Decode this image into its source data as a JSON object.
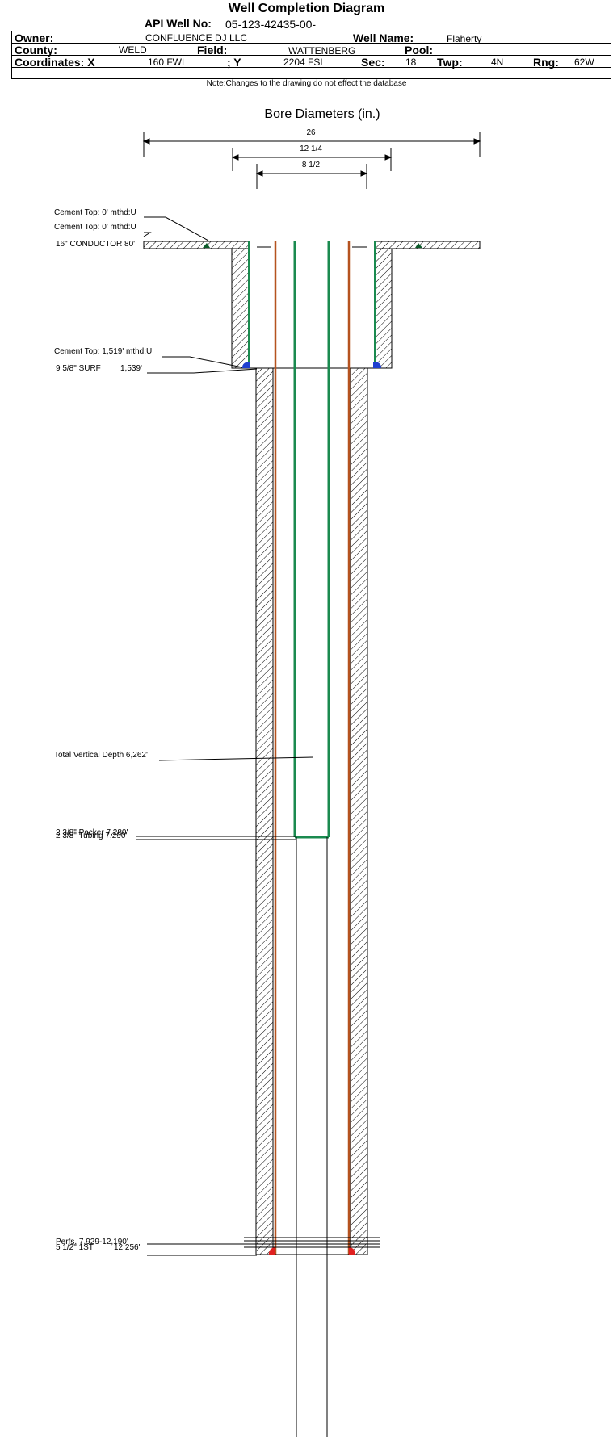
{
  "header": {
    "title": "Well Completion Diagram",
    "api_label": "API Well No:",
    "api_value": "05-123-42435-00-",
    "owner_label": "Owner:",
    "owner_value": "CONFLUENCE DJ LLC",
    "well_name_label": "Well Name:",
    "well_name_value": "Flaherty",
    "county_label": "County:",
    "county_value": "WELD",
    "field_label": "Field:",
    "field_value": "WATTENBERG",
    "pool_label": "Pool:",
    "pool_value": "",
    "coord_x_label": "Coordinates: X",
    "coord_x_value": "160 FWL",
    "coord_y_label": "; Y",
    "coord_y_value": "2204 FSL",
    "sec_label": "Sec:",
    "sec_value": "18",
    "twp_label": "Twp:",
    "twp_value": "4N",
    "rng_label": "Rng:",
    "rng_value": "62W"
  },
  "note": "Note:Changes to the drawing do not effect the database",
  "bore": {
    "title": "Bore Diameters (in.)",
    "dims": [
      "26",
      "12 1/4",
      "8 1/2"
    ]
  },
  "annotations": {
    "cement_top_1": "Cement Top: 0' mthd:U",
    "cement_top_2": "Cement Top: 0' mthd:U",
    "conductor": "16\" CONDUCTOR  80'",
    "cement_top_3": "Cement Top: 1,519' mthd:U",
    "surf_casing": "9 5/8\" SURF",
    "surf_depth": "1,539'",
    "tvd": "Total Vertical Depth 6,262'",
    "packer": "2 3/8\" Packer 7,280'",
    "tubing": "2 3/8\" Tubing 7,290'",
    "perfs": "Perfs. 7,929-12,190'",
    "prod_casing": "5 1/2\" 1ST",
    "prod_depth": "12,256'"
  },
  "colors": {
    "line": "#000000",
    "tubing": "#1a8a4f",
    "casing": "#b5521f",
    "cement_blue": "#1f3fd0",
    "cement_red": "#e02020",
    "cement_dark": "#0b5a2a"
  }
}
